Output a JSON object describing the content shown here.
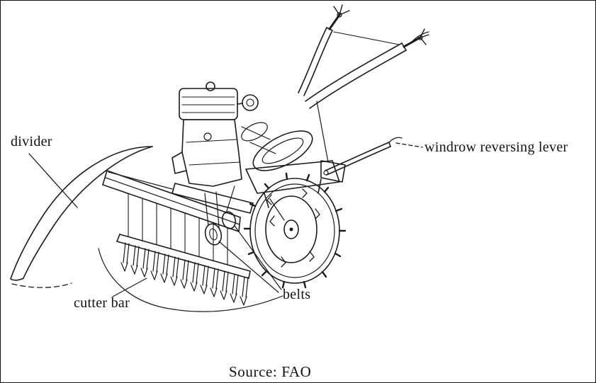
{
  "figure": {
    "labels": {
      "divider": "divider",
      "windrow_reversing_lever": "windrow reversing lever",
      "cutter_bar": "cutter bar",
      "belts": "belts"
    },
    "source": "Source: FAO"
  }
}
